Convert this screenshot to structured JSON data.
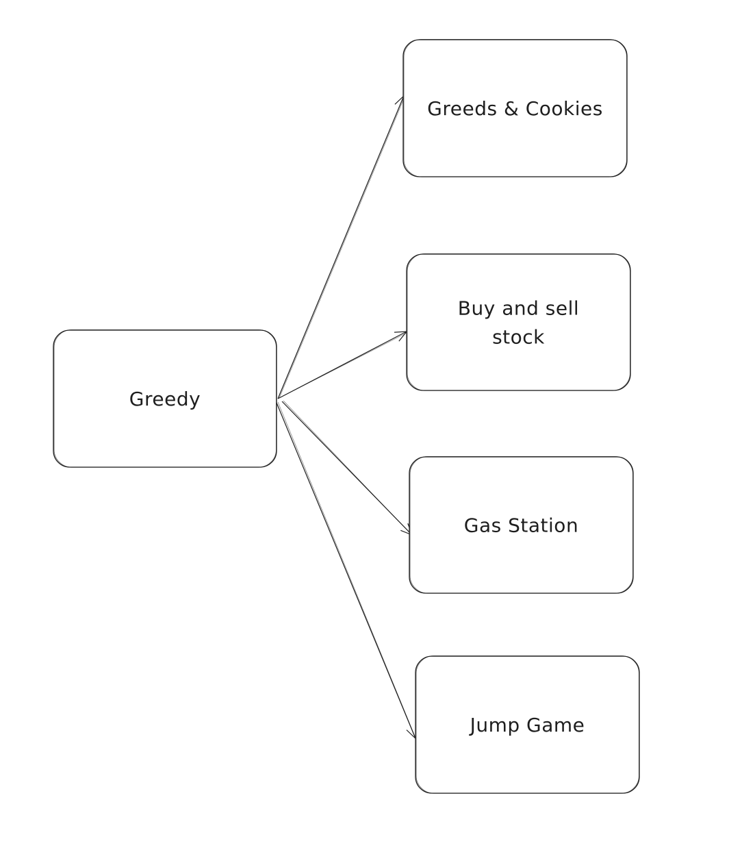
{
  "diagram": {
    "type": "mind-map",
    "root": {
      "id": "greedy",
      "label": [
        "Greedy"
      ]
    },
    "children": [
      {
        "id": "greeds-cookies",
        "label": [
          "Greeds & Cookies"
        ]
      },
      {
        "id": "buy-sell-stock",
        "label": [
          "Buy and sell",
          "stock"
        ]
      },
      {
        "id": "gas-station",
        "label": [
          "Gas Station"
        ]
      },
      {
        "id": "jump-game",
        "label": [
          "Jump Game"
        ]
      }
    ],
    "edges": [
      {
        "from": "greedy",
        "to": "greeds-cookies"
      },
      {
        "from": "greedy",
        "to": "buy-sell-stock"
      },
      {
        "from": "greedy",
        "to": "gas-station"
      },
      {
        "from": "greedy",
        "to": "jump-game"
      }
    ],
    "stroke_color": "#1e1e1e",
    "background_color": "#ffffff"
  }
}
